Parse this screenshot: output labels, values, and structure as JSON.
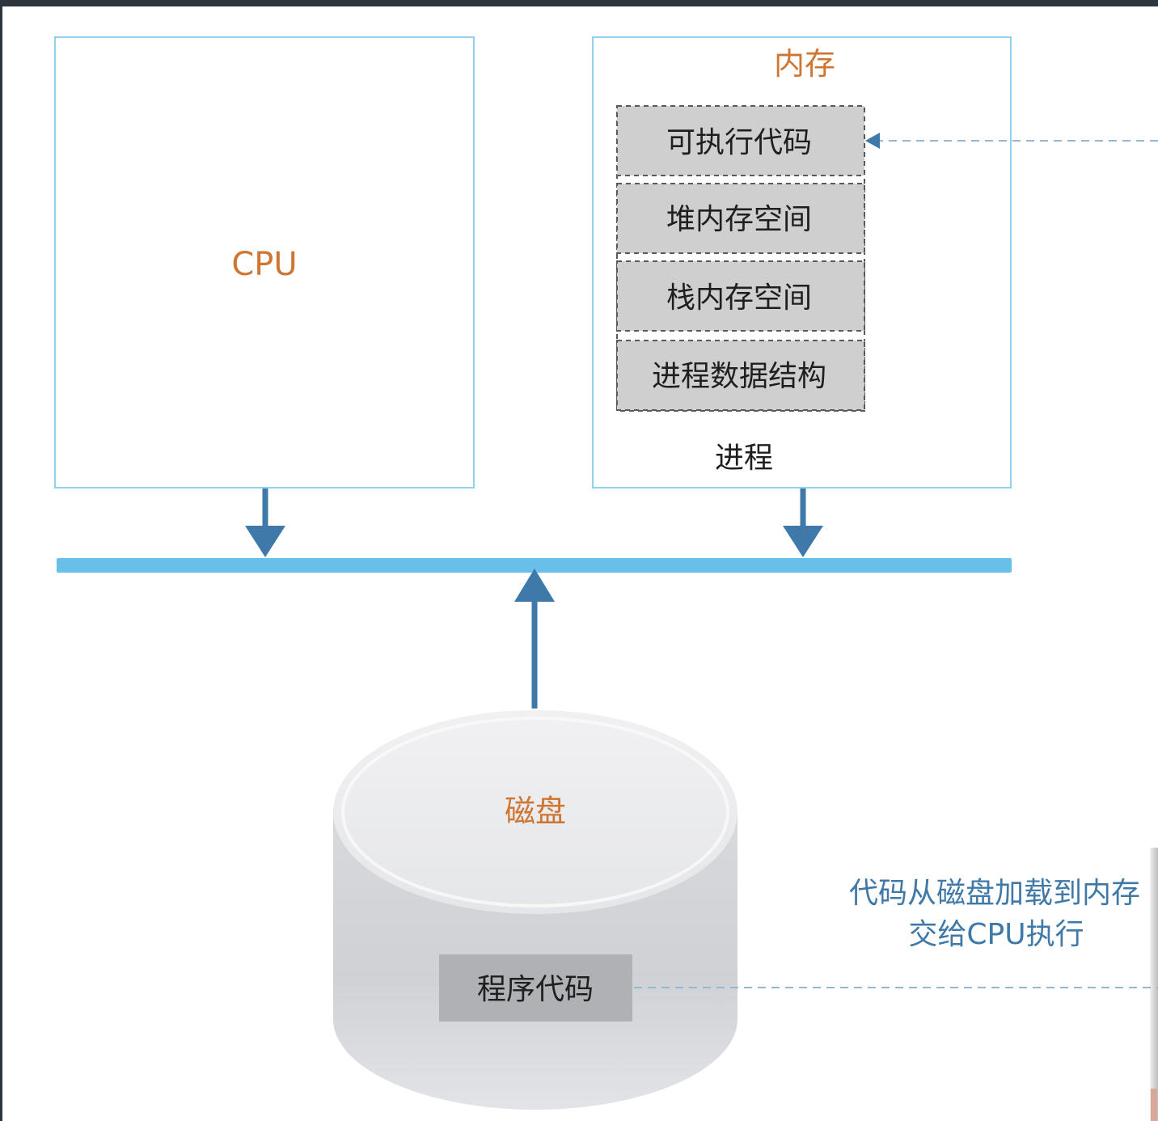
{
  "diagram": {
    "cpu_label": "CPU",
    "memory_label": "内存",
    "process_label": "进程",
    "disk_label": "磁盘",
    "process_segments": [
      "可执行代码",
      "堆内存空间",
      "栈内存空间",
      "进程数据结构"
    ],
    "program_code_label": "程序代码",
    "annotation_line1": "代码从磁盘加载到内存",
    "annotation_line2": "交给CPU执行"
  },
  "colors": {
    "background": "#ffffff",
    "frame": "#2f353d",
    "box_border": "#8fd3ea",
    "bus": "#68bfea",
    "arrow": "#3e79aa",
    "orange_text": "#cf7633",
    "segment_fill": "#cfcfcf",
    "segment_border": "#5a5a5a",
    "disk_body": "#d7d8dc",
    "disk_top": "#e8e9ec",
    "program_code_fill": "#afb1b4",
    "annotation_text": "#3f79a8",
    "dash_line": "#94b8d2"
  }
}
